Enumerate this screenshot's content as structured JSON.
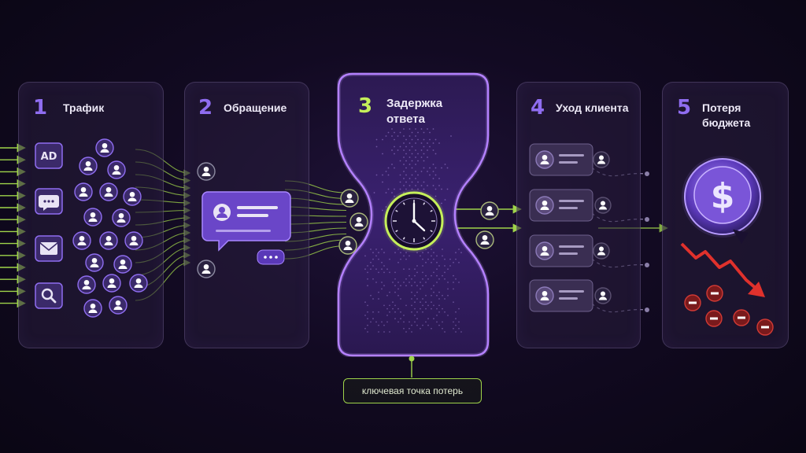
{
  "stages": [
    {
      "number": "1",
      "title": "Трафик"
    },
    {
      "number": "2",
      "title": "Обращение"
    },
    {
      "number": "3",
      "title_line1": "Задержка",
      "title_line2": "ответа"
    },
    {
      "number": "4",
      "title": "Уход клиента"
    },
    {
      "number": "5",
      "title_line1": "Потеря",
      "title_line2": "бюджета"
    }
  ],
  "channels": [
    {
      "icon": "ad-icon",
      "text": "AD"
    },
    {
      "icon": "chat-icon"
    },
    {
      "icon": "mail-icon"
    },
    {
      "icon": "search-icon"
    }
  ],
  "callout": "ключевая точка потерь",
  "colors": {
    "accent_purple": "#8f6df0",
    "accent_green": "#9fd44a",
    "loss_red": "#e0312c",
    "background": "#120a22"
  }
}
